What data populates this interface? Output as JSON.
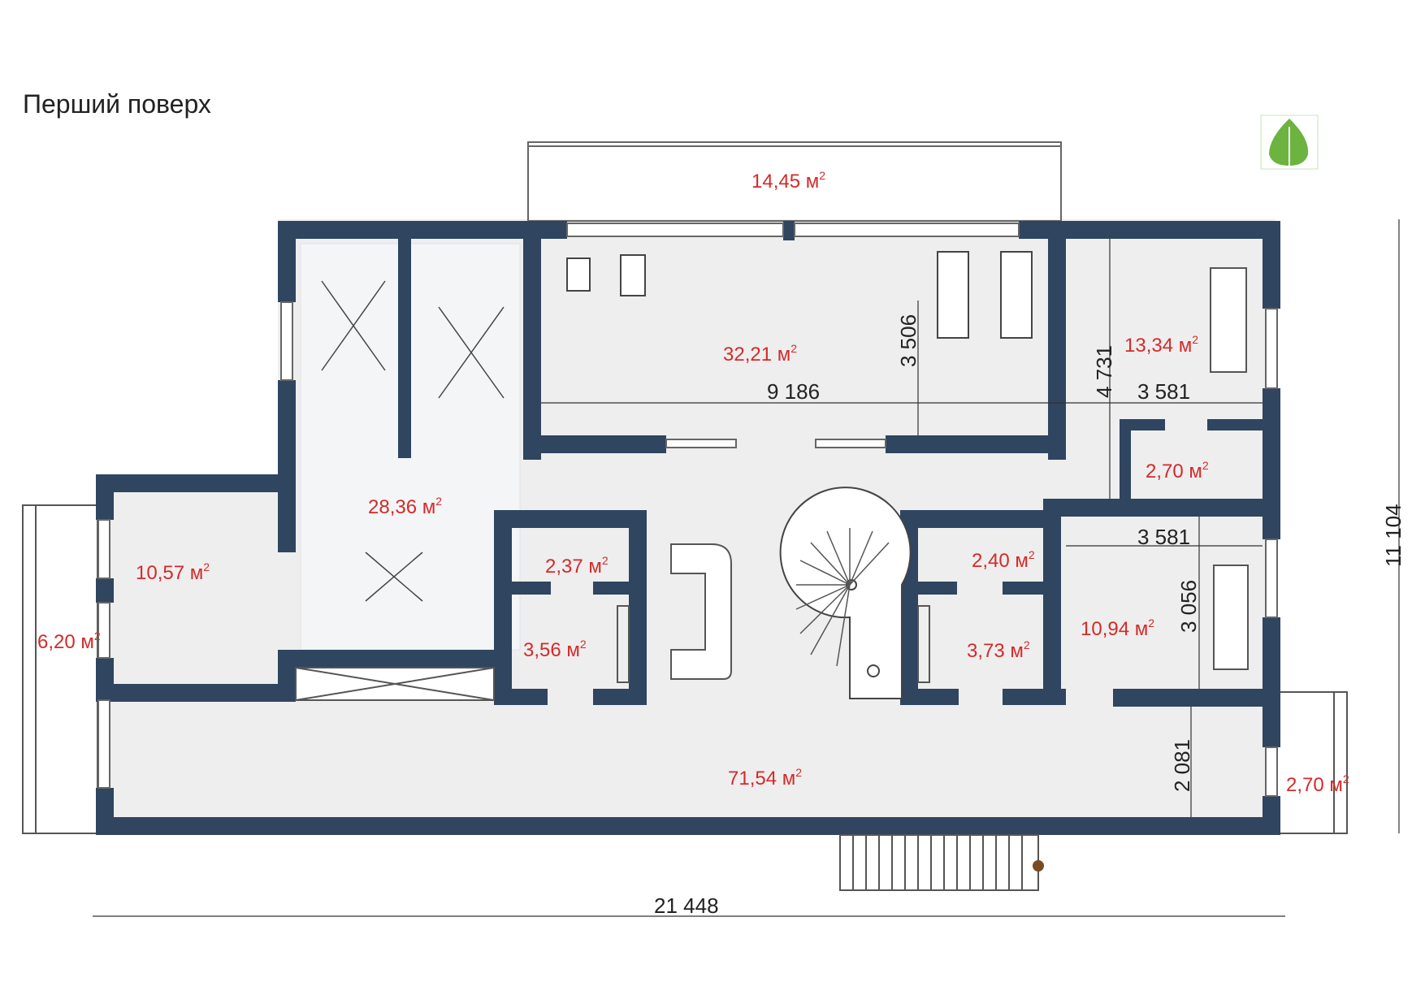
{
  "title": "Перший поверх",
  "unit_suffix": "м",
  "unit_superscript": "2",
  "rooms": [
    {
      "id": "balcony",
      "area": "14,45"
    },
    {
      "id": "gym",
      "area": "32,21"
    },
    {
      "id": "bedroom-ne",
      "area": "13,34"
    },
    {
      "id": "storage-ne",
      "area": "2,70"
    },
    {
      "id": "winter-garden",
      "area": "28,36"
    },
    {
      "id": "room-west",
      "area": "10,57"
    },
    {
      "id": "terrace-west",
      "area": "6,20"
    },
    {
      "id": "wc-left",
      "area": "2,37"
    },
    {
      "id": "shower-left",
      "area": "3,56"
    },
    {
      "id": "wc-right",
      "area": "2,40"
    },
    {
      "id": "shower-right",
      "area": "3,73"
    },
    {
      "id": "bedroom-se",
      "area": "10,94"
    },
    {
      "id": "hall",
      "area": "71,54"
    },
    {
      "id": "terrace-east",
      "area": "2,70"
    }
  ],
  "dimensions": {
    "gym_length": "9 186",
    "gym_depth": "3 506",
    "east_depth": "4 731",
    "bedroom_ne_width": "3 581",
    "bedroom_se_width": "3 581",
    "bedroom_se_depth": "3 056",
    "hall_depth": "2 081",
    "total_depth": "11 104",
    "total_width": "21 448"
  },
  "colors": {
    "wall": "#2f4560",
    "floor": "#eeeeee",
    "area_text": "#d42a2a",
    "logo_green": "#6cb33f"
  },
  "logo_icon": "leaf-icon"
}
